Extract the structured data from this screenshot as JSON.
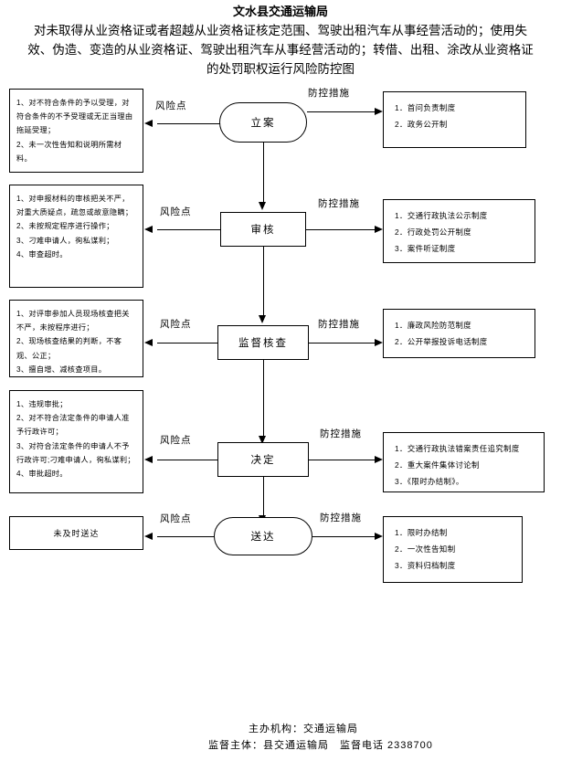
{
  "header": {
    "org": "文水县交通运输局",
    "title": "对未取得从业资格证或者超越从业资格证核定范围、驾驶出租汽车从事经营活动的；使用失效、伪造、变造的从业资格证、驾驶出租汽车从事经营活动的；转借、出租、涂改从业资格证的处罚职权运行风险防控图"
  },
  "edge_labels": {
    "risk": "风险点",
    "measure": "防控措施"
  },
  "rows": [
    {
      "node": "立案",
      "node_shape": "stadium",
      "risk_text": "1、对不符合条件的予以受理，对符合条件的不予受理或无正当理由拖延受理；\n2、未一次性告知和说明所需材料。",
      "measures": [
        "1．首问负责制度",
        "2．政务公开制"
      ]
    },
    {
      "node": "审核",
      "node_shape": "rect",
      "risk_text": "1、对申报材料的审核把关不严，对重大质疑点，疏忽或故意隐瞒；\n2、未按规定程序进行操作；\n3、刁难申请人，徇私谋利；\n4、审查超时。",
      "measures": [
        "1．交通行政执法公示制度",
        "2．行政处罚公开制度",
        "3．案件听证制度"
      ]
    },
    {
      "node": "监督核查",
      "node_shape": "rect",
      "risk_text": "1、对评审参加人员现场核查把关不严，未按程序进行；\n2、现场核查结果的判断，不客观、公正；\n3、擅自增、减核查项目。",
      "measures": [
        "1．廉政风险防范制度",
        "2．公开举报投诉电话制度"
      ]
    },
    {
      "node": "决定",
      "node_shape": "rect",
      "risk_text": "1、违规审批；\n2、对不符合法定条件的申请人准予行政许可；\n3、对符合法定条件的申请人不予行政许可;刁难申请人，徇私谋利；\n4、审批超时。",
      "measures": [
        "1．交通行政执法错案责任追究制度",
        "2．重大案件集体讨论制",
        "3．《限时办结制》。"
      ]
    },
    {
      "node": "送达",
      "node_shape": "stadium",
      "risk_text": "未及时送达",
      "measures": [
        "1．限时办结制",
        "2．一次性告知制",
        "3．资料归档制度"
      ]
    }
  ],
  "footer": {
    "line1": "主办机构：交通运输局",
    "line2": "监督主体：县交通运输局　监督电话 2338700"
  }
}
